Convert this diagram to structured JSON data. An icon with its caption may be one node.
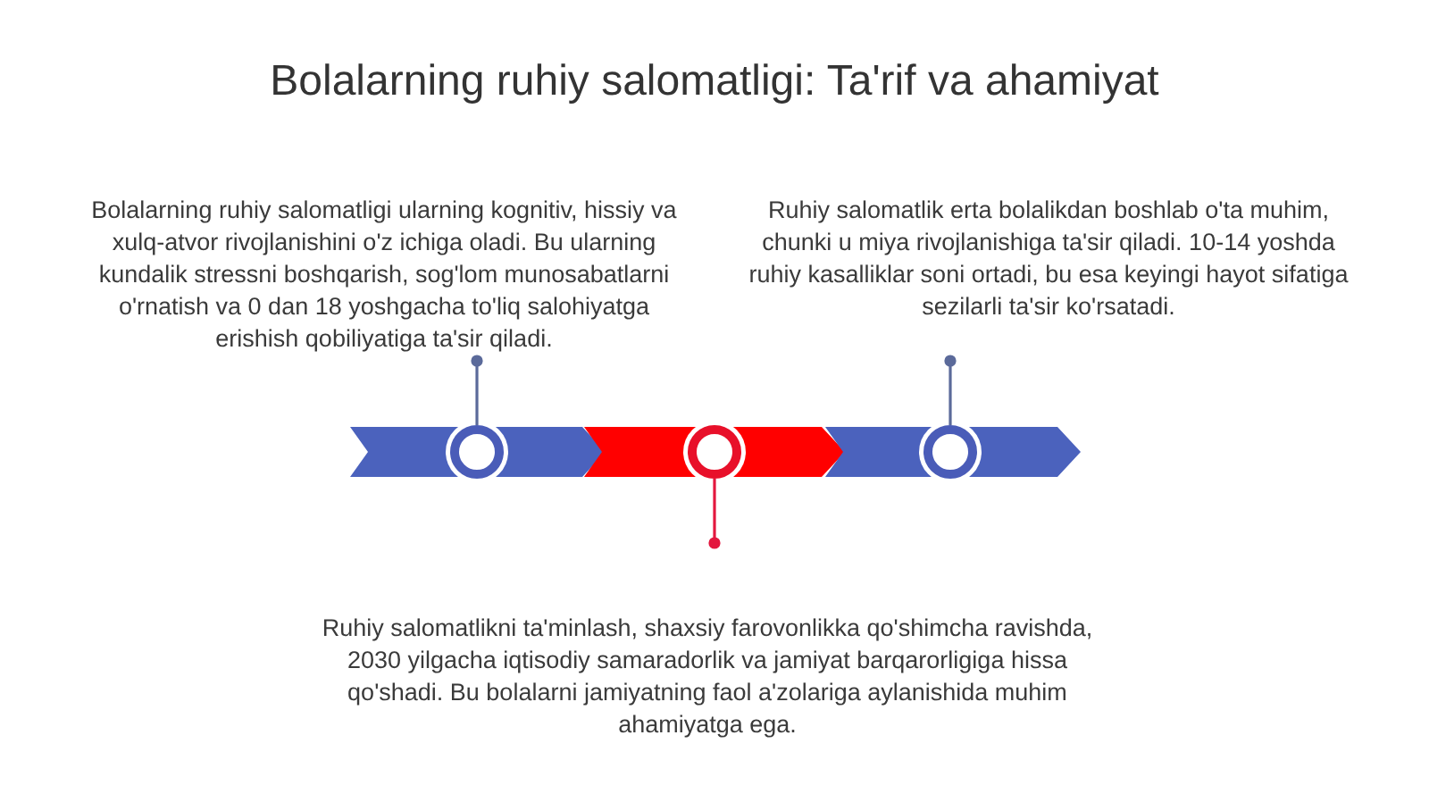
{
  "diagram": {
    "title": "Bolalarning ruhiy salomatligi: Ta'rif va ahamiyat",
    "nodes": [
      {
        "text": [
          "Bolalarning ruhiy salomatligi ularning kognitiv, hissiy va xulq-atvor rivojlanishini o'z ichiga oladi. Bu ularning kundalik stressni boshqarish, sog'lom munosabatlarni o'rnatish va 0 dan 18 yoshgacha to'liq salohiyatga erishish qobiliyatiga ta'sir qiladi."
        ]
      },
      {
        "text": [
          "Ruhiy salomatlik erta bolalikdan boshlab o'ta muhim, chunki u miya rivojlanishiga ta'sir qiladi. 10-14 yoshda ruhiy kasalliklar soni ortadi, bu esa keyingi hayot sifatiga sezilarli ta'sir ko'rsatadi."
        ]
      },
      {
        "text": [],
        "shape": "chevron"
      },
      {
        "text": [],
        "shape": "circle",
        "in": 2
      },
      {
        "text": [],
        "shape": "chevron"
      },
      {
        "text": [],
        "shape": "circle",
        "in": 4
      },
      {
        "text": [],
        "shape": "chevron"
      },
      {
        "text": [],
        "shape": "circle",
        "in": 6
      },
      {
        "text": [
          "Ruhiy salomatlikni ta'minlash, shaxsiy farovonlikka qo'shimcha ravishda, 2030 yilgacha iqtisodiy samaradorlik va jamiyat barqarorligiga hissa qo'shadi. Bu bolalarni jamiyatning faol a'zolariga aylanishida muhim ahamiyatga ega."
        ]
      }
    ],
    "edges": [
      {
        "from": 0,
        "to": 3,
        "arrow": "other"
      },
      {
        "from": 1,
        "to": 7,
        "arrow": "other"
      },
      {
        "from": 8,
        "to": 5,
        "arrow": "other",
        "color": "#e3173e"
      }
    ]
  }
}
